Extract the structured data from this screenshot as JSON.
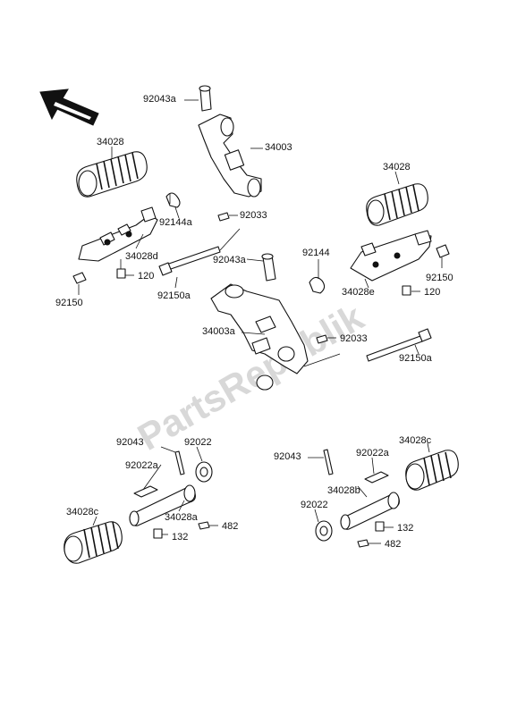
{
  "diagram": {
    "watermark": "PartsRepublik",
    "direction_icon": "front-direction-arrow-icon",
    "labels": {
      "p92043a_top": "92043a",
      "p34003": "34003",
      "p34028_left": "34028",
      "p92144a": "92144a",
      "p92033_top": "92033",
      "p34028d": "34028d",
      "p120_left": "120",
      "p92150_left": "92150",
      "p92150a_left": "92150a",
      "p92043a_mid": "92043a",
      "p34028_right": "34028",
      "p92144": "92144",
      "p92150_right": "92150",
      "p34028e": "34028e",
      "p120_right": "120",
      "p34003a": "34003a",
      "p92033_mid": "92033",
      "p92150a_right": "92150a",
      "p92043_left": "92043",
      "p92022_left": "92022",
      "p92022a_left": "92022a",
      "p34028c_left": "34028c",
      "p34028a": "34028a",
      "p482_left": "482",
      "p132_left": "132",
      "p92043_right": "92043",
      "p92022a_right": "92022a",
      "p34028c_right": "34028c",
      "p34028b": "34028b",
      "p92022_right": "92022",
      "p132_right": "132",
      "p482_right": "482"
    }
  }
}
